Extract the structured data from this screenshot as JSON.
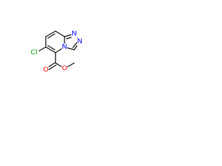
{
  "molecule": {
    "atoms": {
      "chlorine": {
        "symbol": "Cl",
        "color": "#00a000"
      },
      "bridgehead_nitrogen": {
        "symbol": "N",
        "color": "#0000ff"
      },
      "triazole_nitrogen_a": {
        "symbol": "N",
        "color": "#0000ff"
      },
      "triazole_nitrogen_b": {
        "symbol": "N",
        "color": "#0000ff"
      },
      "carbonyl_oxygen": {
        "symbol": "O",
        "color": "#ff0000"
      },
      "ester_oxygen": {
        "symbol": "O",
        "color": "#ff0000"
      }
    }
  }
}
